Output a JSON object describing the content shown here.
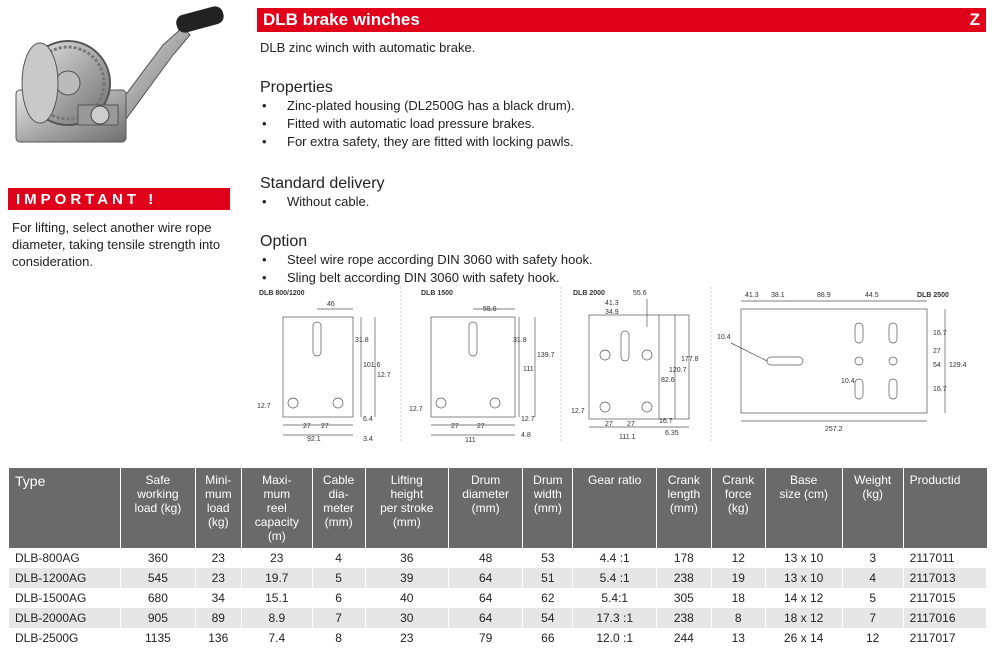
{
  "header": {
    "title": "DLB brake winches",
    "letter": "Z"
  },
  "intro": "DLB zinc winch with automatic brake.",
  "sections": [
    {
      "title": "Properties",
      "items": [
        "Zinc-plated housing (DL2500G has a black drum).",
        "Fitted with automatic load pressure brakes.",
        "For extra safety, they are fitted with locking pawls."
      ]
    },
    {
      "title": "Standard delivery",
      "items": [
        "Without cable."
      ]
    },
    {
      "title": "Option",
      "items": [
        "Steel wire rope according DIN 3060 with safety hook.",
        "Sling belt according DIN 3060 with safety hook."
      ]
    }
  ],
  "important": {
    "label": "IMPORTANT !",
    "text": "For lifting, select another wire rope diameter, taking tensile strength into consideration."
  },
  "drawings": {
    "d1": {
      "label": "DLB 800/1200",
      "dims": [
        "46",
        "31.8",
        "101.6",
        "12.7",
        "12.7",
        "6.4",
        "27",
        "27",
        "92.1",
        "3.4"
      ]
    },
    "d2": {
      "label": "DLB 1500",
      "dims": [
        "55.6",
        "31.8",
        "139.7",
        "111",
        "12.7",
        "12.7",
        "27",
        "27",
        "111",
        "4.8"
      ]
    },
    "d3": {
      "label": "DLB 2000",
      "dims": [
        "55.6",
        "41.3",
        "34.9",
        "177.8",
        "120.7",
        "82.6",
        "12.7",
        "16.7",
        "27",
        "27",
        "6.35",
        "111.1"
      ]
    },
    "d4": {
      "label": "DLB 2500",
      "dims": [
        "41.3",
        "38.1",
        "88.9",
        "44.5",
        "10.4",
        "16.7",
        "27",
        "54",
        "129.4",
        "10.4",
        "16.7",
        "257.2"
      ]
    }
  },
  "table": {
    "headers": [
      [
        "Type"
      ],
      [
        "Safe",
        "working",
        "load (kg)"
      ],
      [
        "Mini-",
        "mum",
        "load",
        "(kg)"
      ],
      [
        "Maxi-",
        "mum",
        "reel",
        "capacity",
        "(m)"
      ],
      [
        "Cable",
        "dia-",
        "meter",
        "(mm)"
      ],
      [
        "Lifting",
        "height",
        "per stroke",
        "(mm)"
      ],
      [
        "Drum",
        "diameter",
        "(mm)"
      ],
      [
        "Drum",
        "width",
        "(mm)"
      ],
      [
        "Gear ratio"
      ],
      [
        "Crank",
        "length",
        "(mm)"
      ],
      [
        "Crank",
        "force",
        "(kg)"
      ],
      [
        "Base",
        "size (cm)"
      ],
      [
        "Weight",
        "(kg)"
      ],
      [
        "Productid"
      ]
    ],
    "rows": [
      [
        "DLB-800AG",
        "360",
        "23",
        "23",
        "4",
        "36",
        "48",
        "53",
        "4.4 :1",
        "178",
        "12",
        "13 x 10",
        "3",
        "2117011"
      ],
      [
        "DLB-1200AG",
        "545",
        "23",
        "19.7",
        "5",
        "39",
        "64",
        "51",
        "5.4 :1",
        "238",
        "19",
        "13 x 10",
        "4",
        "2117013"
      ],
      [
        "DLB-1500AG",
        "680",
        "34",
        "15.1",
        "6",
        "40",
        "64",
        "62",
        "5.4:1",
        "305",
        "18",
        "14 x 12",
        "5",
        "2117015"
      ],
      [
        "DLB-2000AG",
        "905",
        "89",
        "8.9",
        "7",
        "30",
        "64",
        "54",
        "17.3 :1",
        "238",
        "8",
        "18 x 12",
        "7",
        "2117016"
      ],
      [
        "DLB-2500G",
        "1135",
        "136",
        "7.4",
        "8",
        "23",
        "79",
        "66",
        "12.0 :1",
        "244",
        "13",
        "26 x 14",
        "12",
        "2117017"
      ]
    ]
  },
  "colors": {
    "accent": "#e1001a",
    "header_bg": "#6a6a6a",
    "row_alt": "#e6e6e6"
  }
}
